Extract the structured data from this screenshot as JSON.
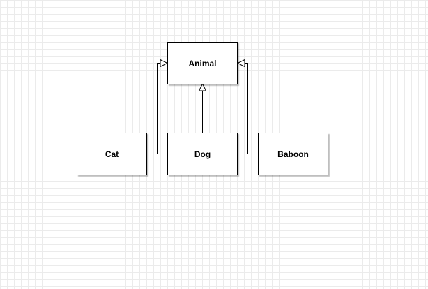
{
  "diagram": {
    "type": "uml-class-inheritance",
    "nodes": [
      {
        "id": "animal",
        "label": "Animal"
      },
      {
        "id": "cat",
        "label": "Cat"
      },
      {
        "id": "dog",
        "label": "Dog"
      },
      {
        "id": "baboon",
        "label": "Baboon"
      }
    ],
    "edges": [
      {
        "from": "cat",
        "to": "animal",
        "kind": "generalization"
      },
      {
        "from": "dog",
        "to": "animal",
        "kind": "generalization"
      },
      {
        "from": "baboon",
        "to": "animal",
        "kind": "generalization"
      }
    ]
  },
  "colors": {
    "grid_line": "#ebebeb",
    "stroke": "#000000",
    "node_fill": "#ffffff"
  }
}
